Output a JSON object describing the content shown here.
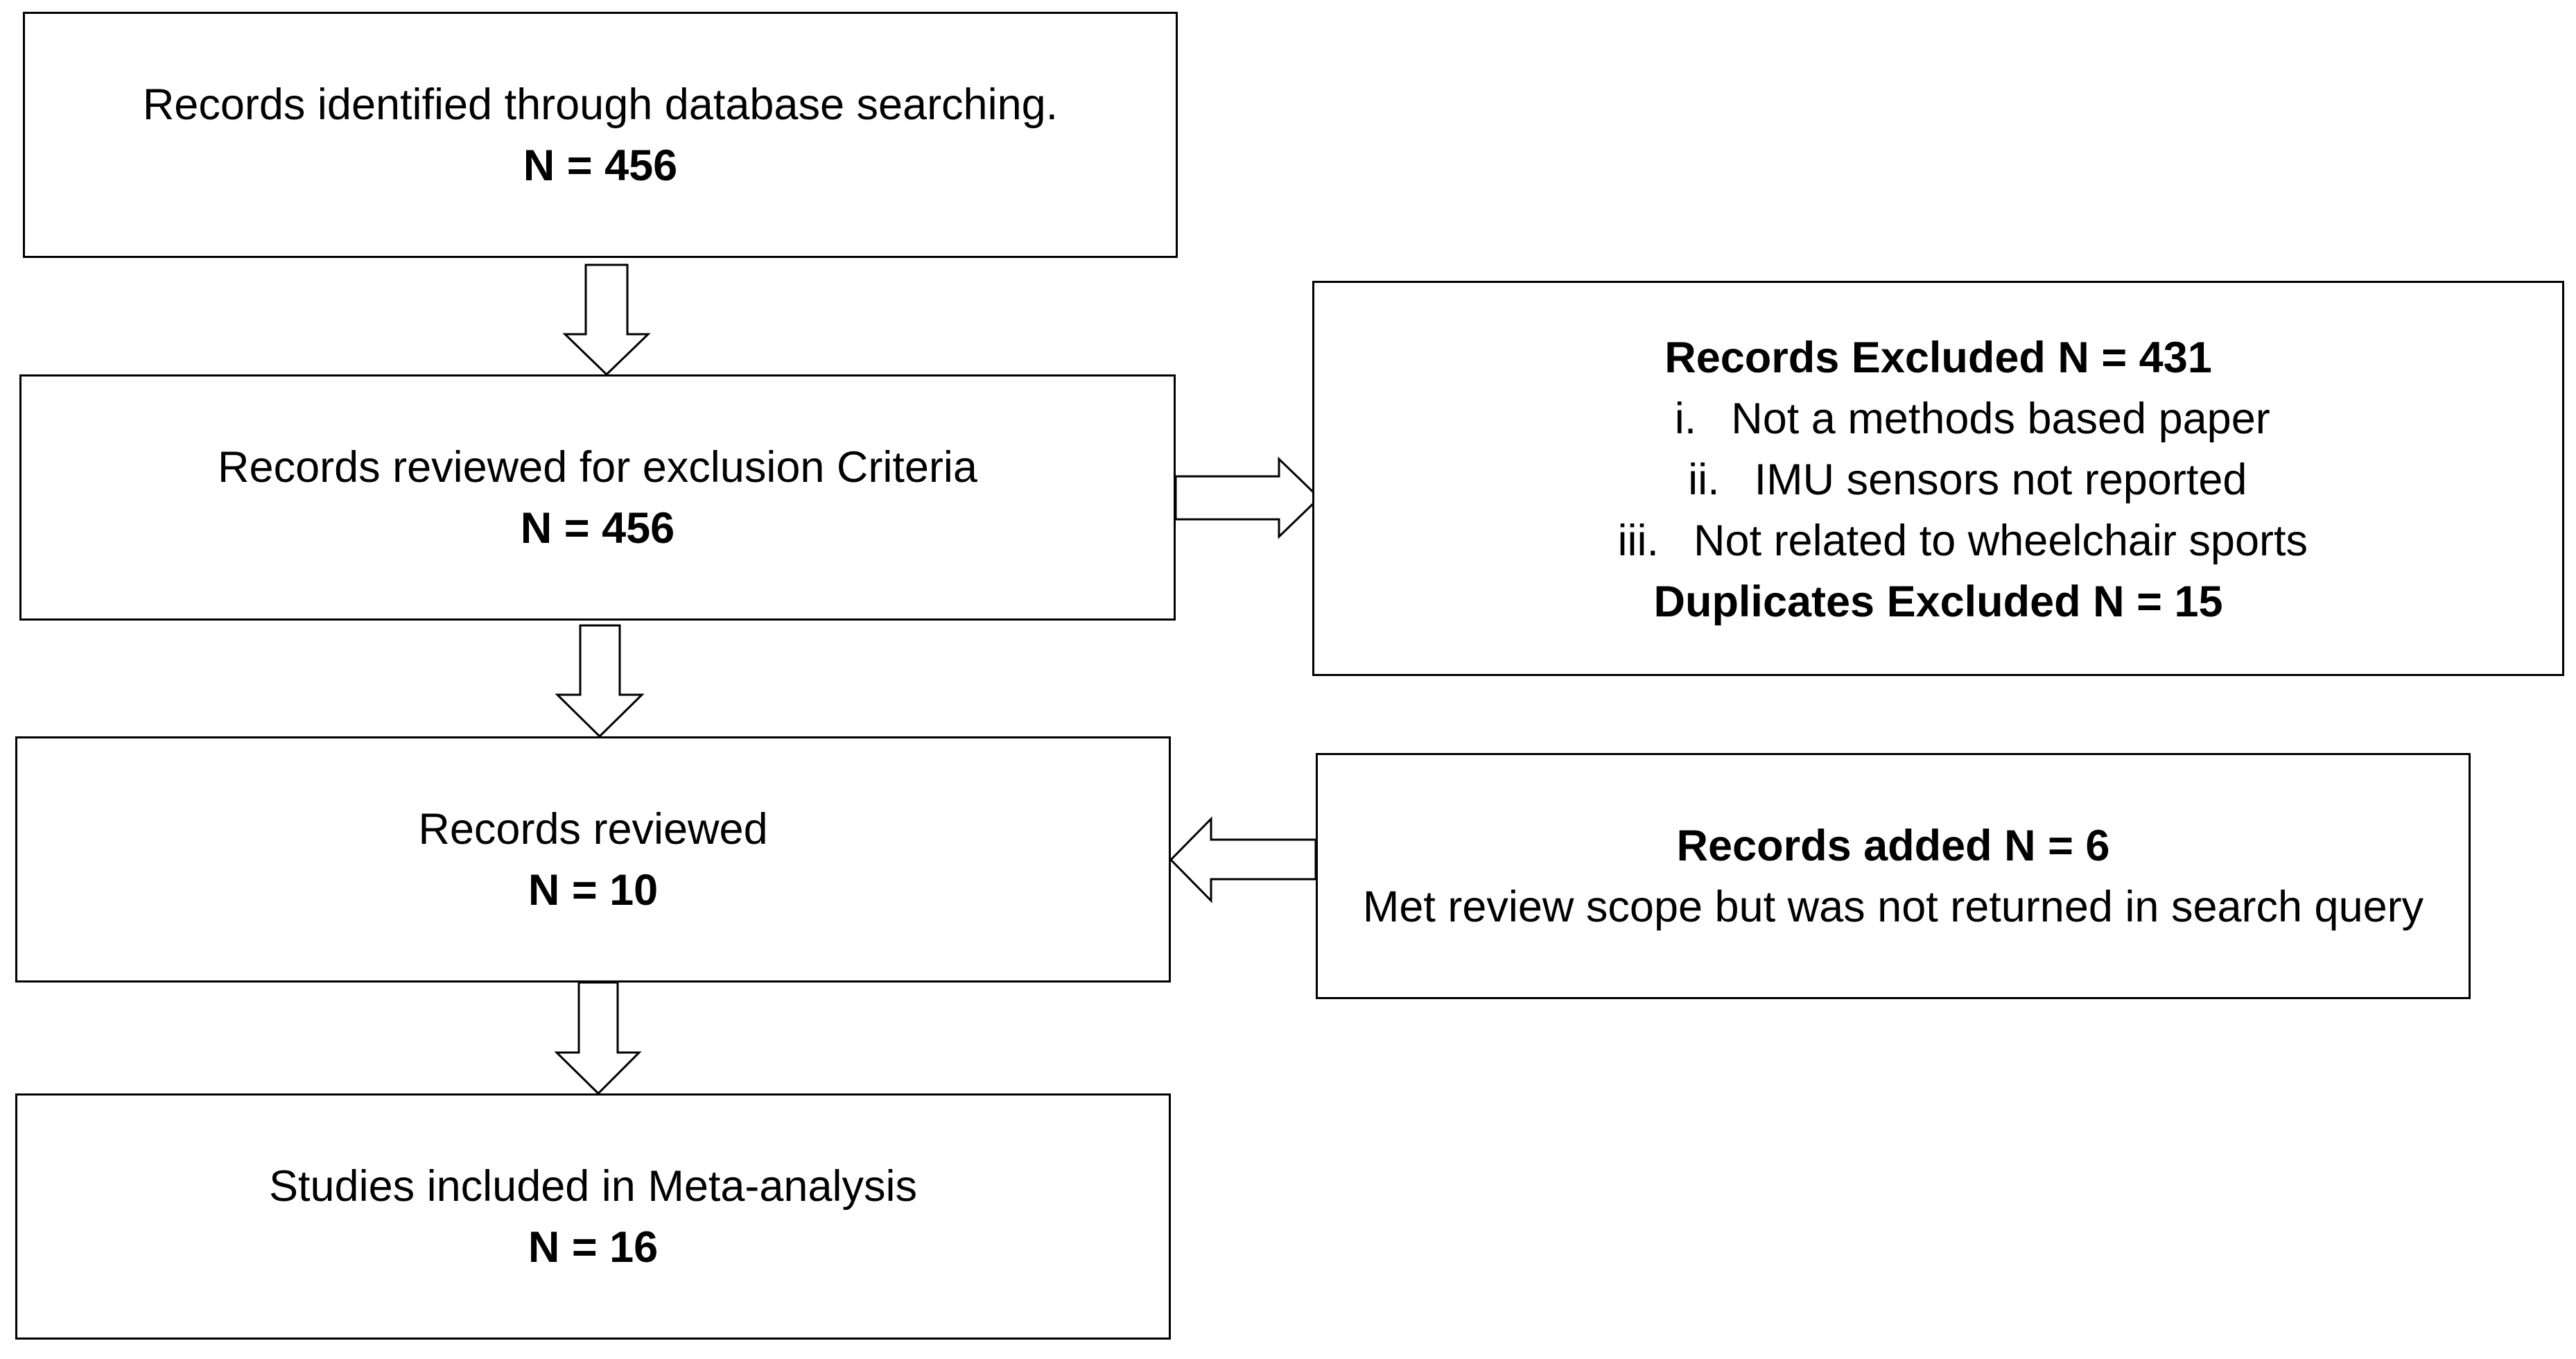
{
  "boxes": {
    "identified": {
      "title": "Records identified through database searching.",
      "count": "N = 456"
    },
    "reviewed_exclusion": {
      "title": "Records reviewed for exclusion Criteria",
      "count": "N = 456"
    },
    "reviewed": {
      "title": "Records reviewed",
      "count": "N = 10"
    },
    "included": {
      "title": "Studies included in Meta-analysis",
      "count": "N = 16"
    },
    "excluded": {
      "heading": "Records Excluded N = 431",
      "reasons": [
        {
          "numeral": "i.",
          "text": "Not a methods based paper"
        },
        {
          "numeral": "ii.",
          "text": "IMU sensors not reported"
        },
        {
          "numeral": "iii.",
          "text": "Not related to wheelchair sports"
        }
      ],
      "duplicates": "Duplicates Excluded N = 15"
    },
    "added": {
      "heading": "Records added N = 6",
      "note": "Met review scope but was not returned in search query"
    }
  },
  "arrows": [
    {
      "name": "arrow-identified-to-reviewed-exclusion",
      "direction": "down"
    },
    {
      "name": "arrow-reviewed-exclusion-to-excluded",
      "direction": "right"
    },
    {
      "name": "arrow-reviewed-exclusion-to-reviewed",
      "direction": "down"
    },
    {
      "name": "arrow-added-to-reviewed",
      "direction": "left"
    },
    {
      "name": "arrow-reviewed-to-included",
      "direction": "down"
    }
  ]
}
